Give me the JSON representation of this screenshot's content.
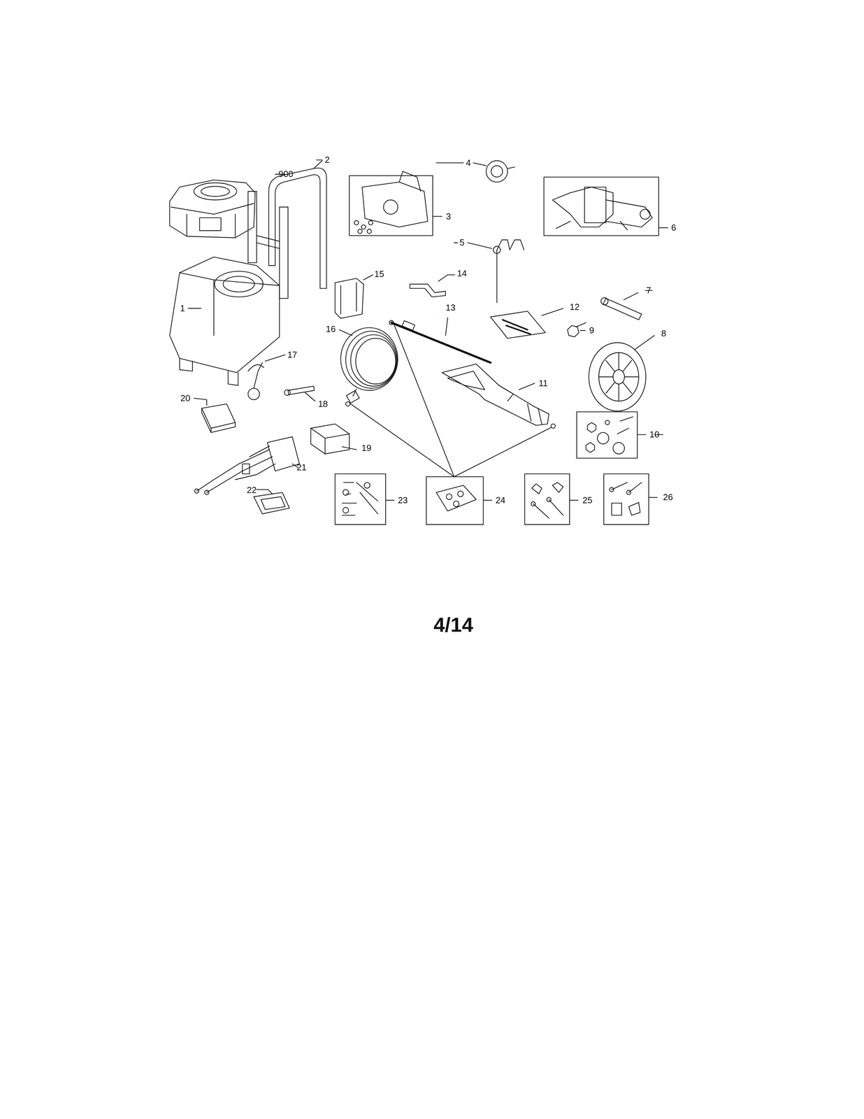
{
  "diagram": {
    "labels": [
      "900",
      "2",
      "3",
      "4",
      "5",
      "6",
      "1",
      "15",
      "14",
      "13",
      "12",
      "7",
      "16",
      "9",
      "8",
      "17",
      "11",
      "18",
      "20",
      "10",
      "19",
      "21",
      "22",
      "23",
      "24",
      "25",
      "26",
      "4/14"
    ]
  }
}
